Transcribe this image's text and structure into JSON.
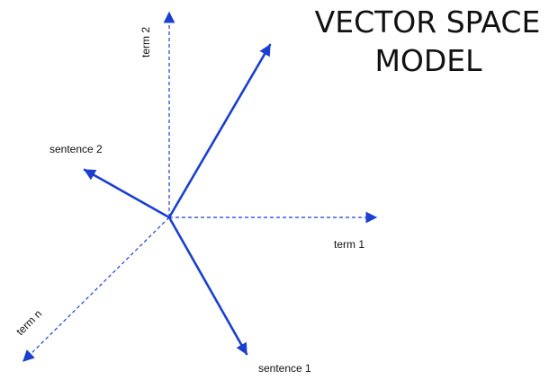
{
  "title": {
    "line1": "VECTOR SPACE",
    "line2": "MODEL"
  },
  "labels": {
    "term_2": "term 2",
    "term_1": "term 1",
    "term_n": "term n",
    "sentence_1": "sentence 1",
    "sentence_2": "sentence 2"
  },
  "colors": {
    "vector": "#1a3fd1",
    "text": "#111111",
    "background": "#ffffff"
  }
}
